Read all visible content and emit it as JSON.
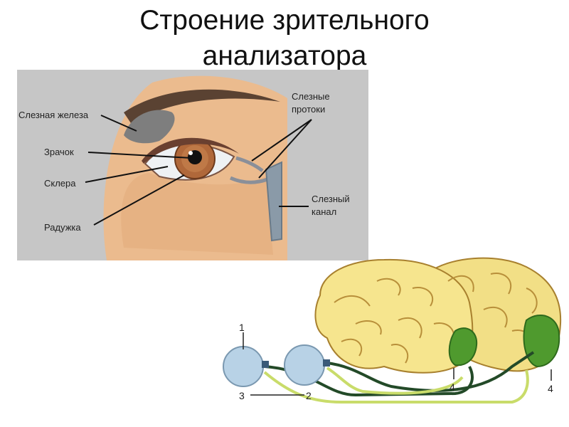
{
  "title": {
    "line1": "Строение зрительного",
    "line2": "анализатора"
  },
  "eye_labels": {
    "lacrimal_gland": "Слезная железа",
    "pupil": "Зрачок",
    "sclera": "Склера",
    "iris": "Радужка",
    "ducts_line1": "Слезные",
    "ducts_line2": "протоки",
    "canal_line1": "Слезный",
    "canal_line2": "канал"
  },
  "brain_labels": {
    "eyeball_number": "1",
    "left_tract_number": "3",
    "right_tract_number": "2",
    "cortex_left_number": "4",
    "cortex_right_number": "4"
  },
  "colors": {
    "panel_gray": "#c6c6c6",
    "skin": "#e9b98c",
    "iris": "#b0683a",
    "brain": "#f6e58e",
    "visual_cortex": "#4f9a2e",
    "nerve_dark": "#234a28",
    "nerve_light": "#c9dc6a"
  }
}
